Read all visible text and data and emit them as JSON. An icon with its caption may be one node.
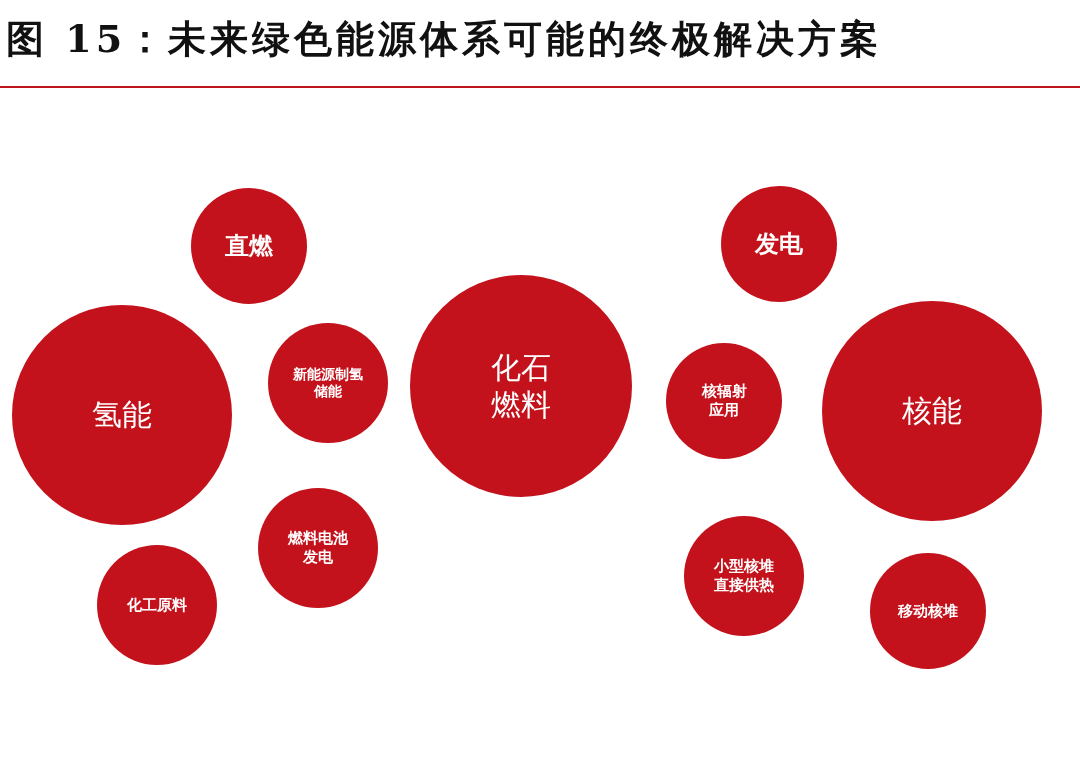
{
  "diagram": {
    "title": "图 15：未来绿色能源体系可能的终极解决方案",
    "nodes": [
      {
        "text": [
          "直燃"
        ]
      },
      {
        "text": [
          "发电"
        ]
      },
      {
        "text": [
          "氢能"
        ]
      },
      {
        "text": [
          "新能源制氢储能"
        ]
      },
      {
        "text": [
          "化石燃料"
        ]
      },
      {
        "text": [
          "核辐射应用"
        ]
      },
      {
        "text": [
          "核能"
        ]
      },
      {
        "text": [
          "燃料电池发电"
        ]
      },
      {
        "text": [
          "小型核堆直接供热"
        ]
      },
      {
        "text": [
          "化工原料"
        ]
      },
      {
        "text": [
          "移动核堆"
        ]
      }
    ]
  }
}
